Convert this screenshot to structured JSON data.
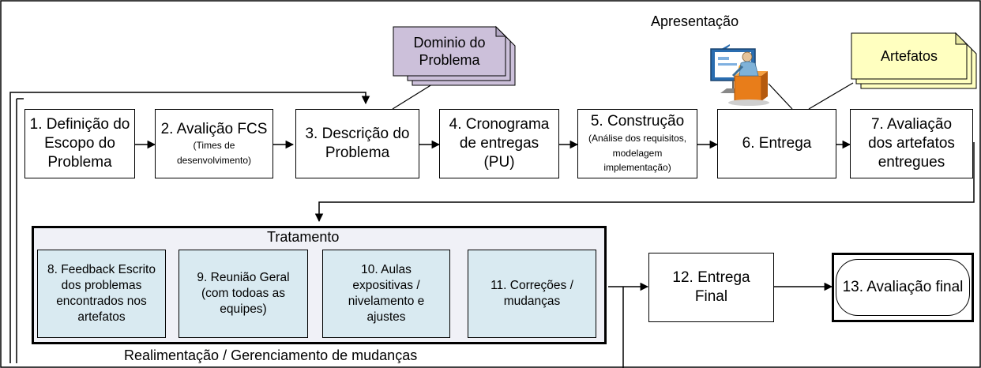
{
  "row1": [
    {
      "title": "1. Definição do Escopo do Problema",
      "sub": ""
    },
    {
      "title": "2. Avalição FCS",
      "sub": "(Times de desenvolvimento)"
    },
    {
      "title": "3. Descrição do Problema",
      "sub": ""
    },
    {
      "title": "4. Cronograma de entregas (PU)",
      "sub": ""
    },
    {
      "title": "5. Construção",
      "sub": "(Análise dos requisitos, modelagem implementação)"
    },
    {
      "title": "6. Entrega",
      "sub": ""
    },
    {
      "title": "7. Avaliação dos artefatos entregues",
      "sub": ""
    }
  ],
  "notes": {
    "dominio": "Dominio do Problema",
    "artefatos": "Artefatos"
  },
  "apresentacao": "Apresentação",
  "treatment": {
    "title": "Tratamento",
    "steps": [
      "8. Feedback Escrito dos problemas encontrados nos artefatos",
      "9. Reunião Geral (com todoas as equipes)",
      "10. Aulas expositivas / nivelamento e ajustes",
      "11. Correções / mudanças"
    ]
  },
  "entrega_final": "12. Entrega Final",
  "avaliacao_final": "13. Avaliação final",
  "feedback_label": "Realimentação / Gerenciamento de mudanças",
  "colors": {
    "dominio_note": "#ccc0da",
    "artefatos_note": "#ffffc0",
    "treatment_bg": "#f0f1f7",
    "step_bg": "#d9eaf1",
    "stroke": "#000000"
  }
}
